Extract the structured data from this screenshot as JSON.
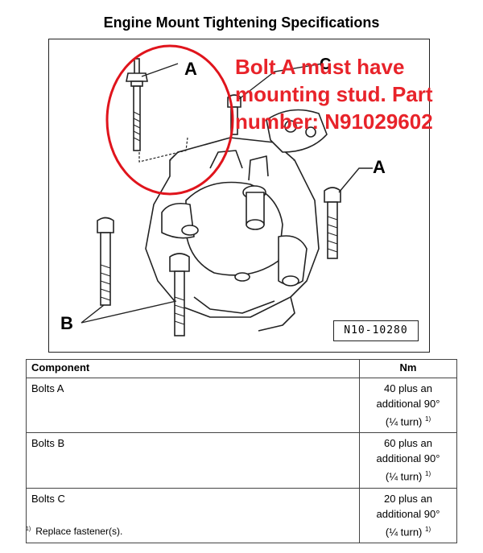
{
  "title": "Engine Mount Tightening Specifications",
  "figure": {
    "reference": "N10-10280",
    "callout_a_top": "A",
    "callout_a_right": "A",
    "callout_b": "B",
    "callout_c": "C",
    "annotation_lines": [
      "Bolt A must have",
      "mounting stud. Part",
      "number: N91029602"
    ],
    "annotation_color": "#e8232a",
    "highlight_color": "#e0141c"
  },
  "table": {
    "headers": [
      "Component",
      "Nm"
    ],
    "rows": [
      {
        "component": "Bolts A",
        "nm_lines": [
          "40 plus an",
          "additional 90°",
          "(¼ turn)"
        ],
        "footnote": "1)"
      },
      {
        "component": "Bolts B",
        "nm_lines": [
          "60 plus an",
          "additional 90°",
          "(¼ turn)"
        ],
        "footnote": "1)"
      },
      {
        "component": "Bolts C",
        "nm_lines": [
          "20 plus an",
          "additional 90°",
          "(¼ turn)"
        ],
        "footnote": "1)"
      }
    ]
  },
  "footnote": {
    "marker": "1)",
    "text": "Replace fastener(s)."
  }
}
